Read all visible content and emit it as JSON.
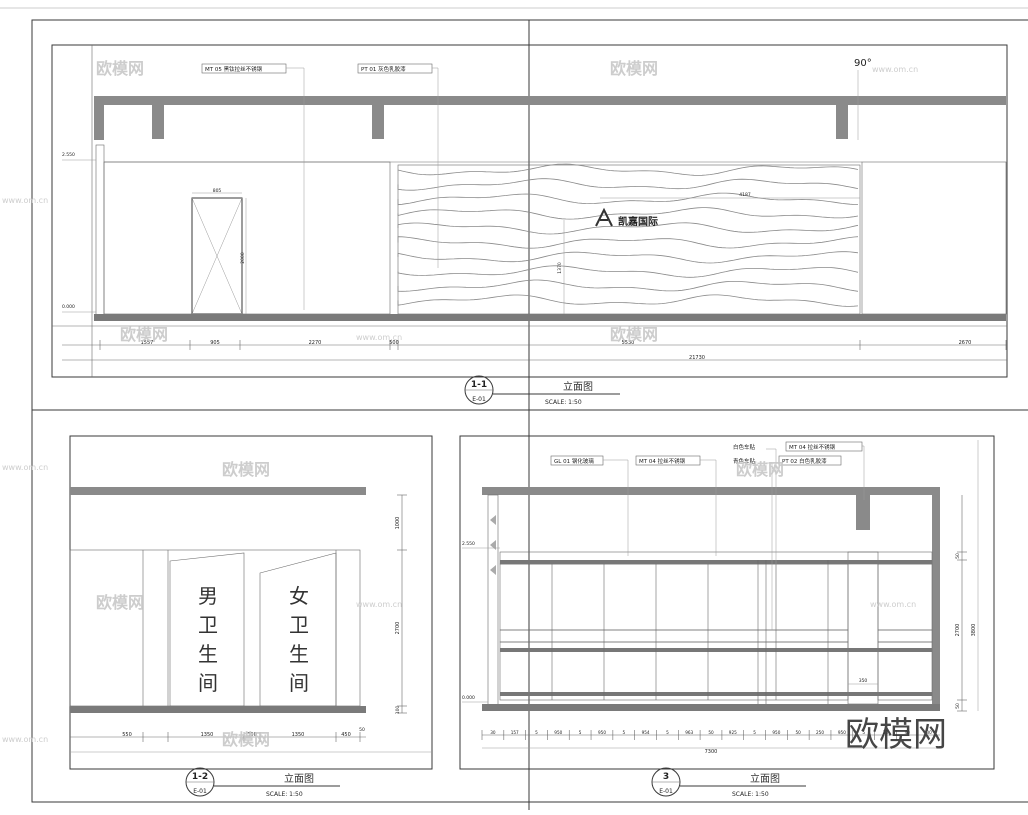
{
  "views": {
    "v1": {
      "number": "1-1",
      "sheet": "E-01",
      "title": "立面图",
      "scale": "SCALE: 1:50",
      "callouts": [
        "MT 05 黑钛拉丝不锈钢",
        "PT 01 灰色乳胶漆"
      ],
      "level_top": "2.550",
      "level_bottom": "0.000",
      "angle": "90°",
      "dims": [
        "1557",
        "905",
        "2270",
        "500",
        "5530",
        "2670"
      ],
      "dim_total": "21730",
      "door_width": "805",
      "door_height": "2000",
      "wave_width": "4187",
      "wave_height": "1370",
      "logo": "凯嘉国际"
    },
    "v2": {
      "number": "1-2",
      "sheet": "E-01",
      "title": "立面图",
      "scale": "SCALE: 1:50",
      "sign_male": [
        "男",
        "卫",
        "生",
        "间"
      ],
      "sign_female": [
        "女",
        "卫",
        "生",
        "间"
      ],
      "vdims": [
        "1000",
        "2700",
        "100"
      ],
      "dims": [
        "550",
        "1350",
        "300",
        "1350",
        "450",
        "50"
      ]
    },
    "v3": {
      "number": "3",
      "sheet": "E-01",
      "title": "立面图",
      "scale": "SCALE: 1:50",
      "callouts_left": [
        "GL 01 钢化玻璃",
        "MT 04 拉丝不锈钢"
      ],
      "callouts_right_a": [
        "白色车贴",
        "青色车贴"
      ],
      "callouts_right_b": [
        "MT 04 拉丝不锈钢",
        "PT 02 白色乳胶漆"
      ],
      "level_top": "2.550",
      "level_bottom": "0.000",
      "vdims": [
        "50",
        "2700",
        "50"
      ],
      "vdim_total": "3800",
      "mid_dim": "350",
      "dims": [
        "30",
        "157",
        "5",
        "950",
        "5",
        "950",
        "5",
        "954",
        "5",
        "963",
        "50",
        "925",
        "5",
        "950",
        "50",
        "250",
        "950",
        "5",
        "23",
        "40",
        "30"
      ],
      "dim_total": "7300"
    }
  },
  "watermark": {
    "logo": "欧模网",
    "url": "www.om.cn",
    "corner": "欧模网"
  }
}
